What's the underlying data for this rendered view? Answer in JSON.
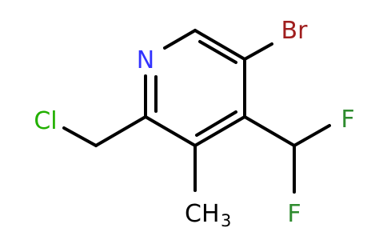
{
  "molecule": {
    "atoms": {
      "n": {
        "label": "N",
        "color": "#3333ff"
      },
      "br": {
        "label": "Br",
        "color": "#a01e1e"
      },
      "cl": {
        "label": "Cl",
        "color": "#22b000"
      },
      "f1": {
        "label": "F",
        "color": "#2e8b2e"
      },
      "f2": {
        "label": "F",
        "color": "#2e8b2e"
      },
      "methyl": {
        "label": "CH",
        "subscript": "3",
        "color": "#000000"
      }
    }
  }
}
